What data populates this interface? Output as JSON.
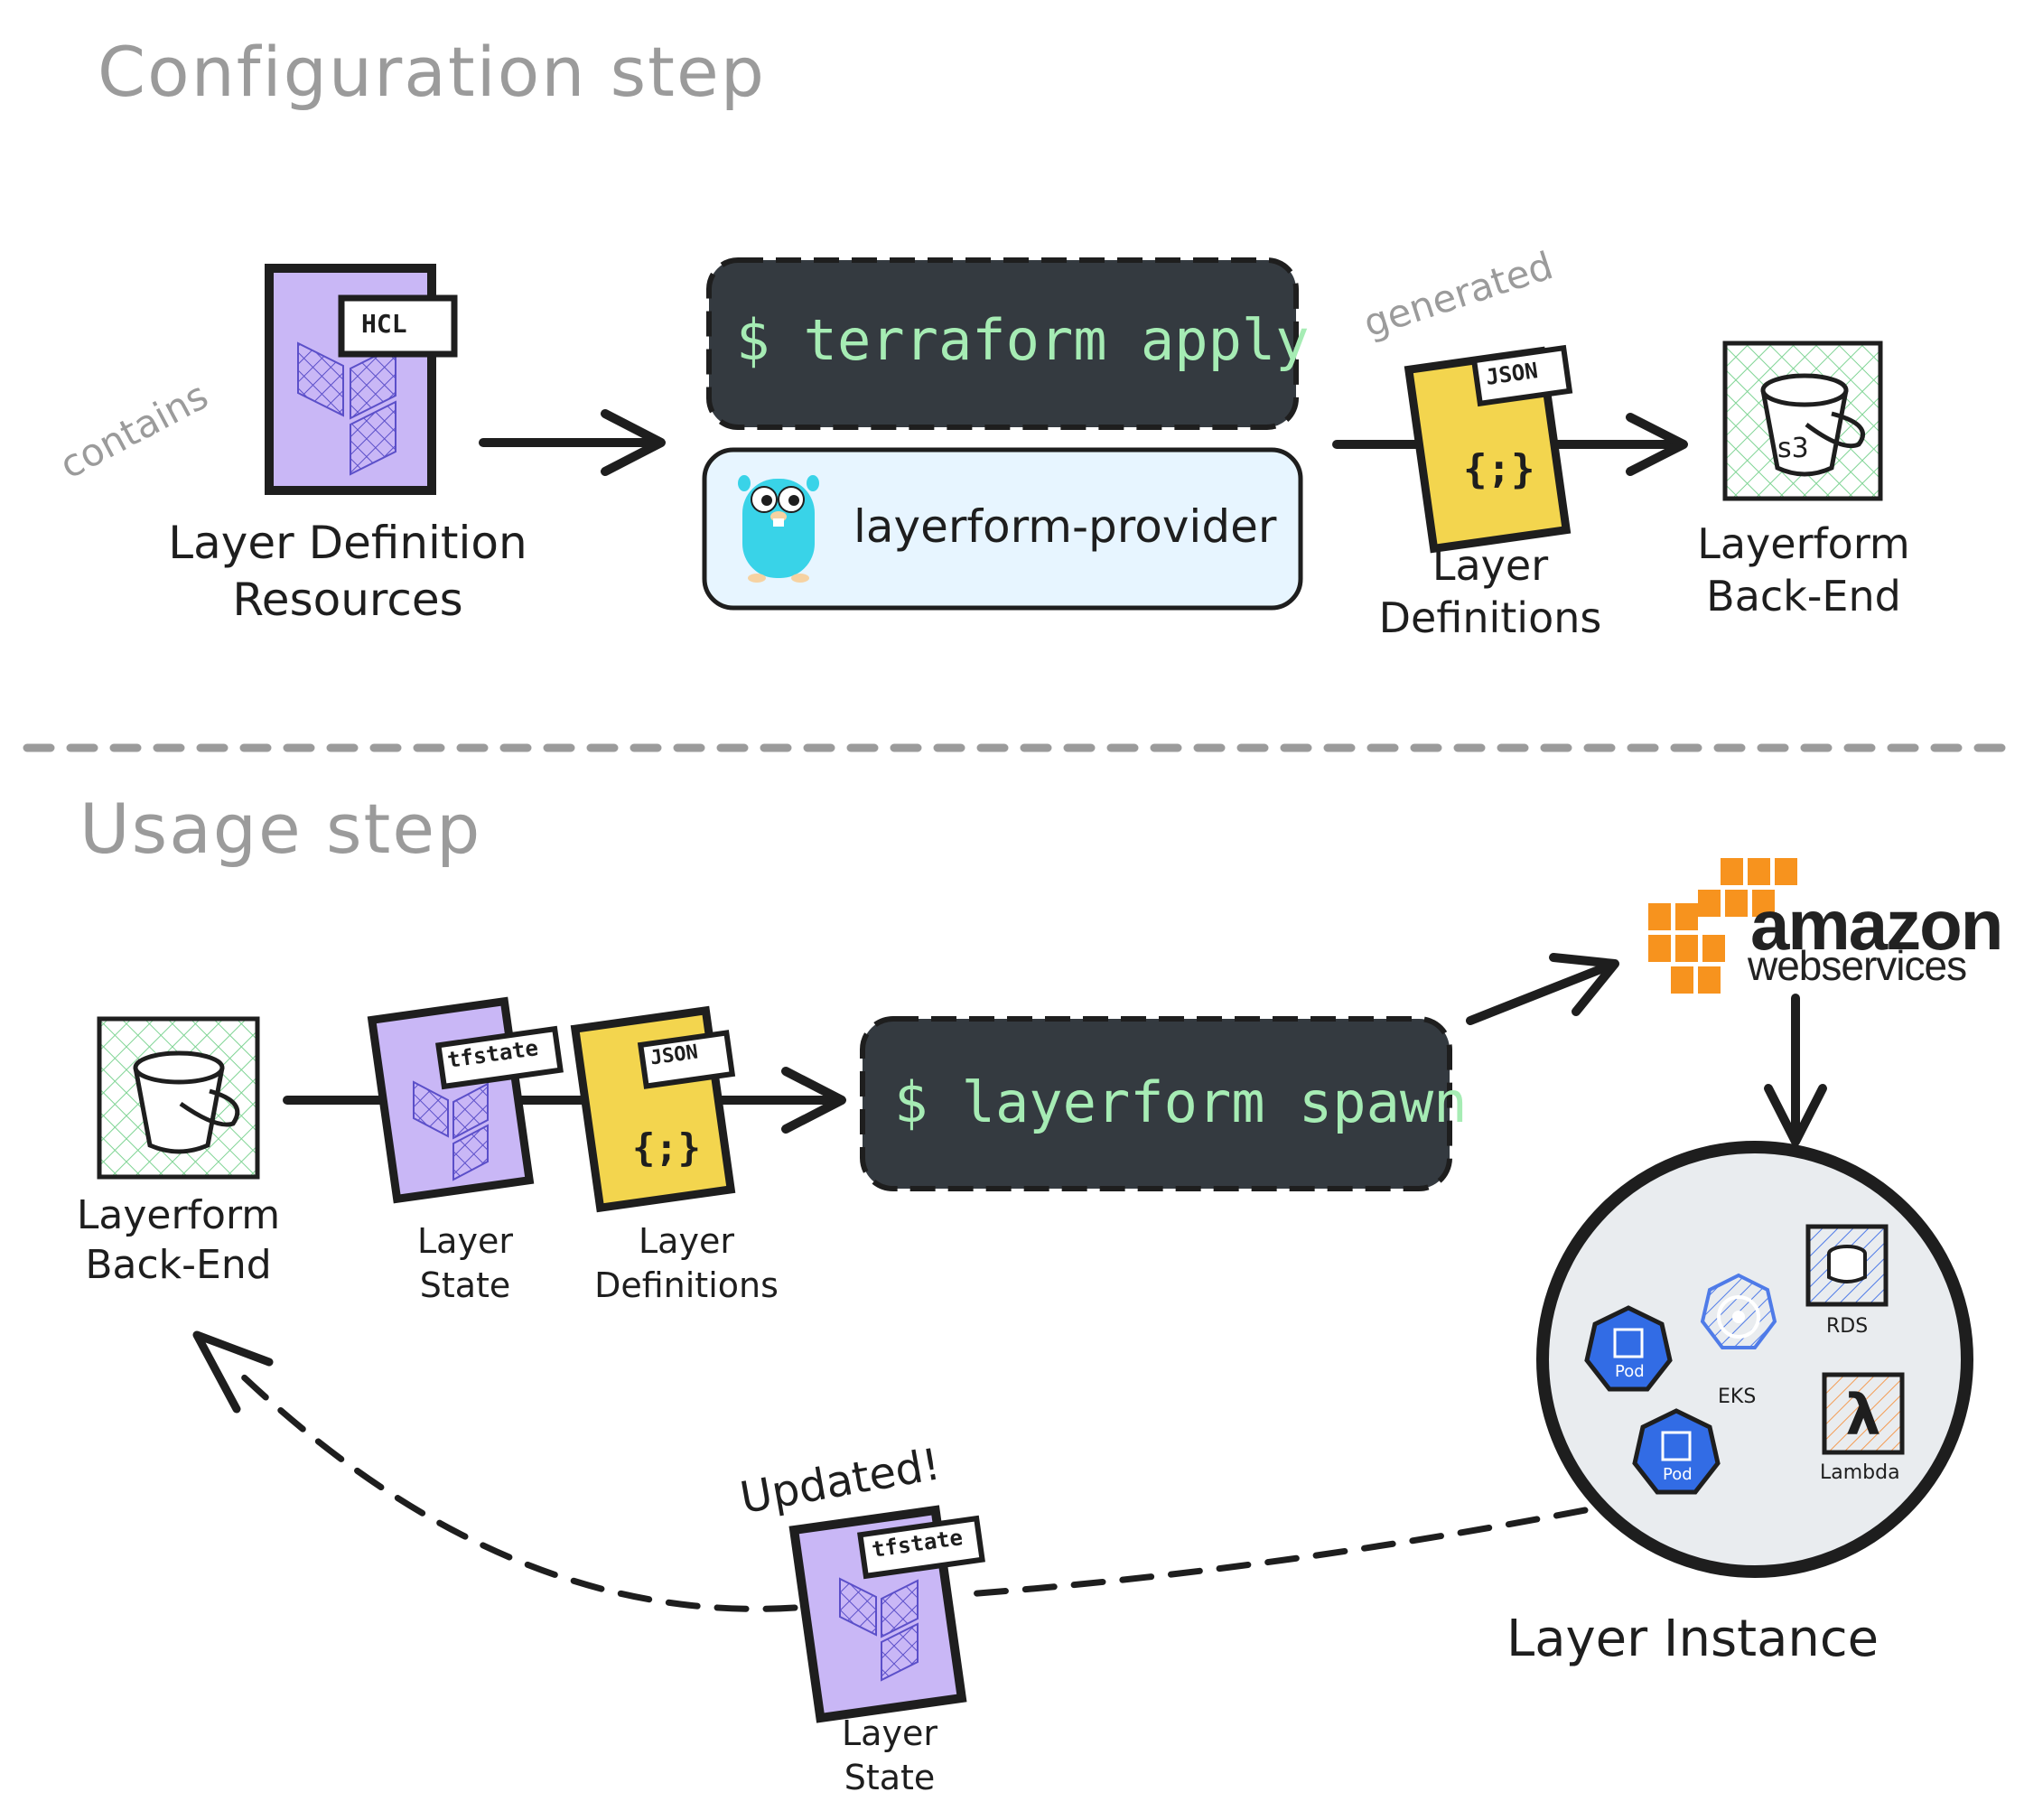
{
  "sections": {
    "configuration": "Configuration step",
    "usage": "Usage step"
  },
  "config": {
    "contains": "contains",
    "hcl_tag": "HCL",
    "layer_definition_resources": "Layer Definition\nResources",
    "terraform_cmd": "$ terraform apply",
    "provider": "layerform-provider",
    "generated": "generated",
    "json_tag": "JSON",
    "json_glyph": "{;}",
    "layer_definitions": "Layer\nDefinitions",
    "s3_glyph": "s3",
    "backend": "Layerform\nBack-End"
  },
  "usage": {
    "backend": "Layerform\nBack-End",
    "tfstate_tag": "tfstate",
    "layer_state": "Layer\nState",
    "json_tag": "JSON",
    "json_glyph": "{;}",
    "layer_definitions": "Layer\nDefinitions",
    "spawn_cmd": "$ layerform spawn",
    "aws_line1": "amazon",
    "aws_line2": "webservices",
    "layer_instance": "Layer Instance",
    "rds": "RDS",
    "eks": "EKS",
    "lambda": "Lambda",
    "pod": "Pod",
    "updated": "Updated!",
    "updated_tfstate_tag": "tfstate",
    "updated_layer_state": "Layer\nState"
  },
  "colors": {
    "terraform_purple": "#c9b7f6",
    "json_yellow": "#f3d54e",
    "bucket_green": "#b4e8c0",
    "terminal_bg": "#343a40",
    "provider_bg": "#e7f5ff",
    "gopher": "#39d3e8",
    "aws_orange": "#f7931e",
    "k8s_blue": "#326ce5",
    "instance_bg": "#e9ecef"
  },
  "icons": [
    "terraform-icon",
    "json-file-icon",
    "s3-bucket-icon",
    "gopher-icon",
    "aws-logo-icon",
    "rds-icon",
    "eks-icon",
    "lambda-icon",
    "pod-icon"
  ]
}
